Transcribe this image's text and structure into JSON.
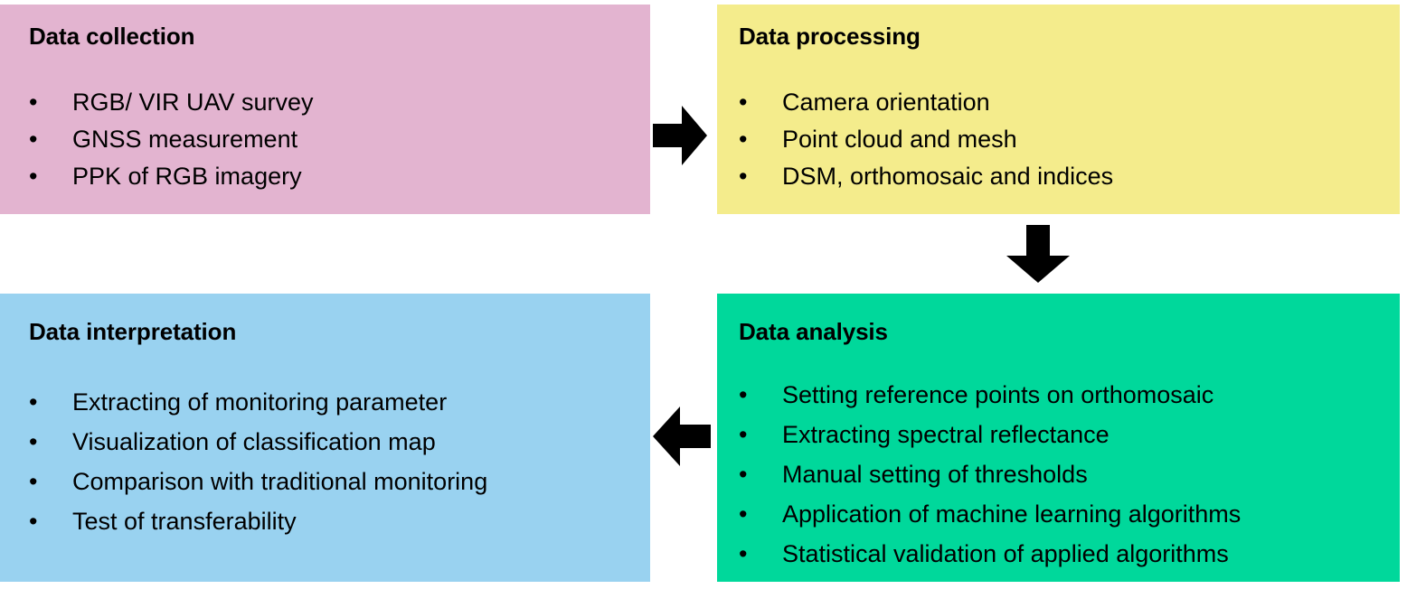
{
  "diagram": {
    "type": "flowchart",
    "title_hidden": "",
    "boxes": [
      {
        "id": "data-collection",
        "title": "Data collection",
        "color": "#e3b4d0",
        "items": [
          "RGB/ VIR UAV survey",
          "GNSS measurement",
          "PPK of RGB imagery"
        ]
      },
      {
        "id": "data-processing",
        "title": "Data processing",
        "color": "#f4ec8c",
        "items": [
          "Camera orientation",
          "Point cloud and mesh",
          "DSM, orthomosaic and indices"
        ]
      },
      {
        "id": "data-interpretation",
        "title": "Data interpretation",
        "color": "#99d2f0",
        "items": [
          "Extracting of monitoring parameter",
          "Visualization of classification map",
          "Comparison with traditional monitoring",
          "Test of transferability"
        ]
      },
      {
        "id": "data-analysis",
        "title": "Data analysis",
        "color": "#00d89b",
        "items": [
          "Setting reference points on orthomosaic",
          "Extracting spectral reflectance",
          "Manual setting of thresholds",
          "Application of machine learning algorithms",
          "Statistical validation of applied algorithms"
        ]
      }
    ],
    "bullet_glyph": "•",
    "arrows": [
      {
        "id": "arrow-right",
        "icon": "arrow-right-icon",
        "from": "data-collection",
        "to": "data-processing",
        "color": "#000000"
      },
      {
        "id": "arrow-down",
        "icon": "arrow-down-icon",
        "from": "data-processing",
        "to": "data-analysis",
        "color": "#000000"
      },
      {
        "id": "arrow-left",
        "icon": "arrow-left-icon",
        "from": "data-analysis",
        "to": "data-interpretation",
        "color": "#000000"
      }
    ]
  }
}
